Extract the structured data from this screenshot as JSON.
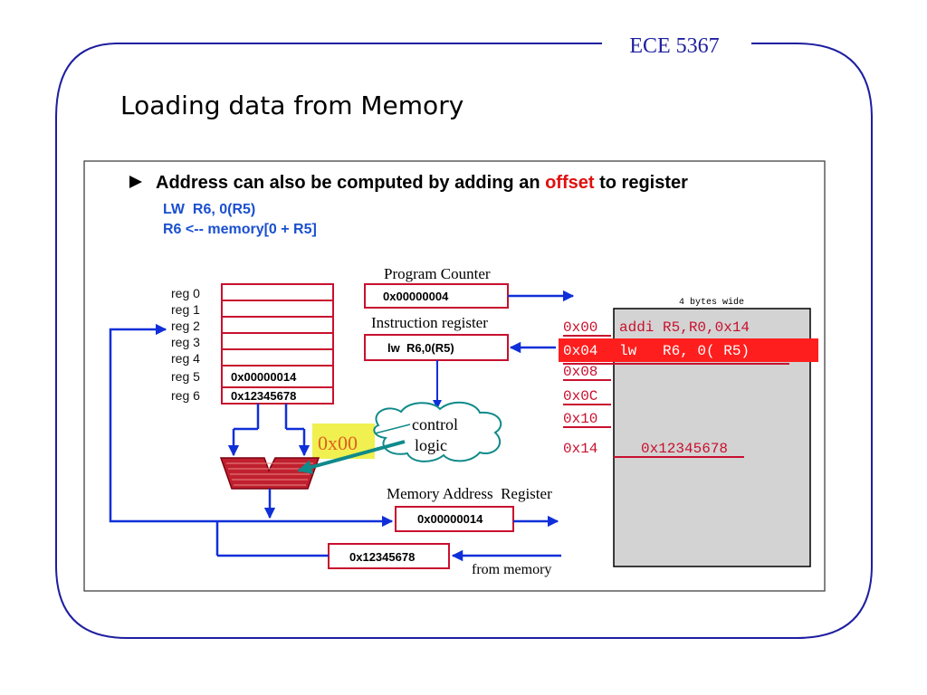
{
  "colors": {
    "frame": "#1e1ea0",
    "red": "#c8102e",
    "blue": "#0f2fd8",
    "memory_bg": "#d3d3d3",
    "highlight": "#f0f050",
    "teal": "#0f8a8a"
  },
  "slide": {
    "course": "ECE 5367",
    "title": "Loading data from Memory"
  },
  "bullet": {
    "prefix": "Address can also be computed by adding an ",
    "highlight": "offset",
    "suffix": " to register",
    "code_line_1": "LW  R6, 0(R5)",
    "code_line_2": "R6 <-- memory[0 + R5]"
  },
  "registers": {
    "labels": [
      "reg 0",
      "reg 1",
      "reg 2",
      "reg 3",
      "reg 4",
      "reg 5",
      "reg 6"
    ],
    "values": [
      "",
      "",
      "",
      "",
      "",
      "0x00000014",
      "0x12345678"
    ]
  },
  "program_counter": {
    "label": "Program Counter",
    "value": "0x00000004"
  },
  "instruction_register": {
    "label": "Instruction register",
    "value": "lw  R6,0(R5)"
  },
  "offset_value": "0x00",
  "control_logic": {
    "line1": "control",
    "line2": "logic"
  },
  "memory": {
    "header": "4 bytes wide",
    "rows": [
      {
        "address": "0x00",
        "content": "addi R5,R0,0x14"
      },
      {
        "address": "0x04",
        "content": "lw   R6, 0( R5)"
      },
      {
        "address": "0x08",
        "content": ""
      },
      {
        "address": "0x0C",
        "content": ""
      },
      {
        "address": "0x10",
        "content": ""
      },
      {
        "address": "0x14",
        "content": "0x12345678"
      }
    ]
  },
  "mar": {
    "label": "Memory Address  Register",
    "value": "0x00000014"
  },
  "mdr": {
    "value": "0x12345678",
    "source_label": "from memory"
  }
}
